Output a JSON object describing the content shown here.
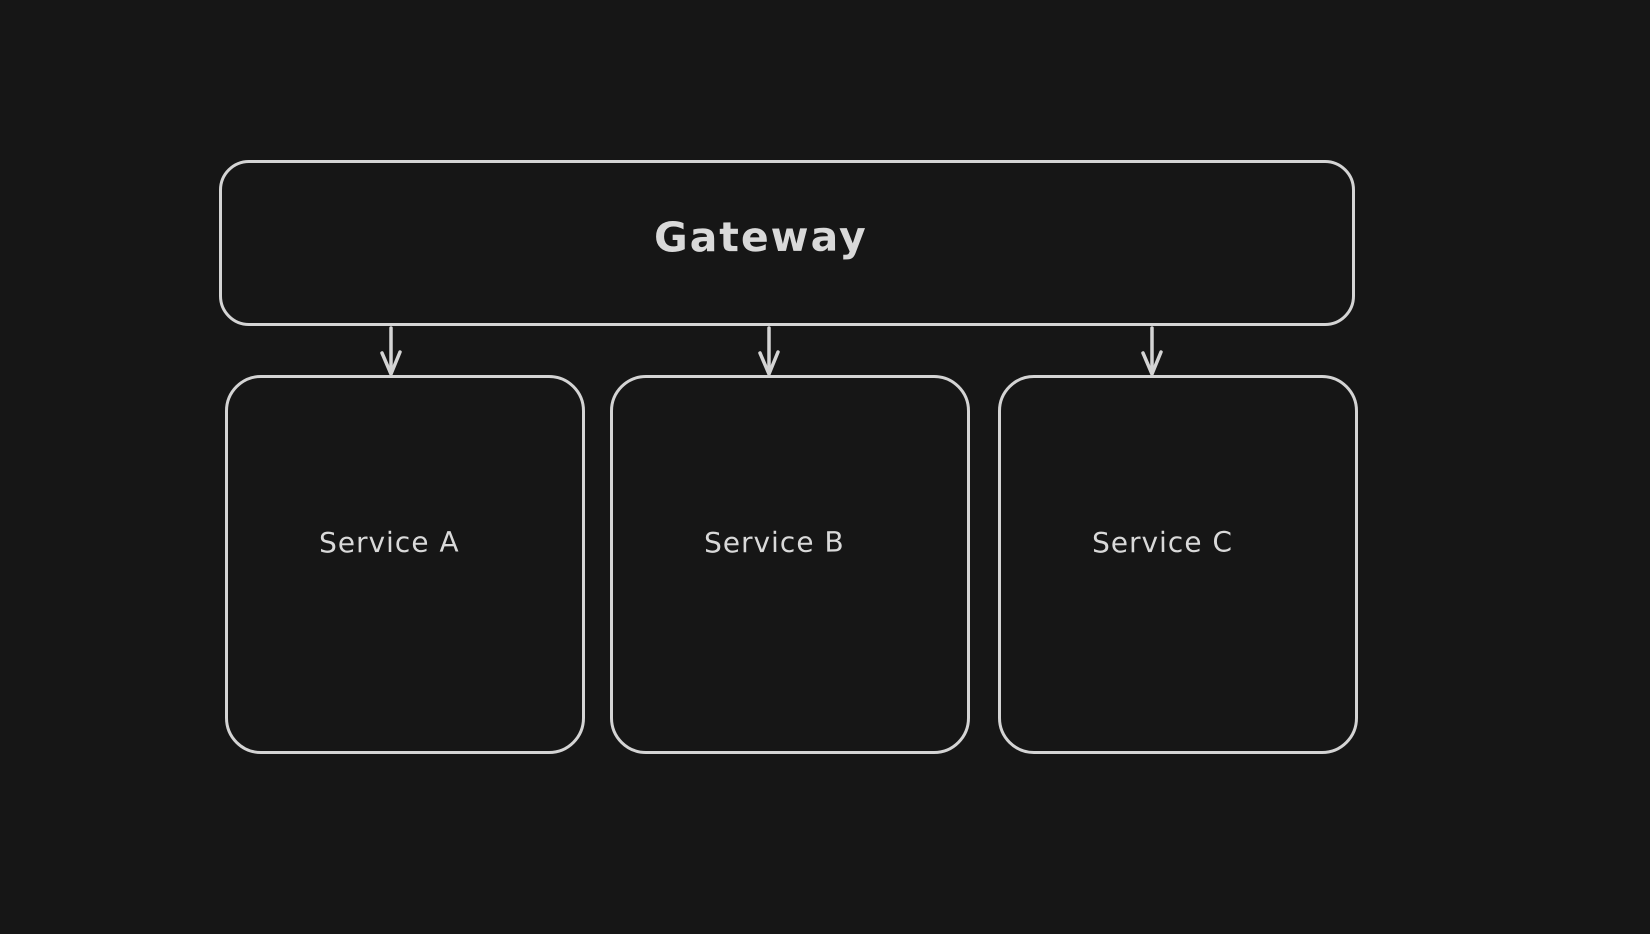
{
  "canvas": {
    "background_color": "#161616",
    "stroke_color": "#d4d4d4",
    "text_color": "#d9d9d9"
  },
  "diagram": {
    "type": "flowchart",
    "nodes": {
      "gateway": {
        "label": "Gateway"
      },
      "service_a": {
        "label": "Service A"
      },
      "service_b": {
        "label": "Service B"
      },
      "service_c": {
        "label": "Service C"
      }
    },
    "edges": [
      {
        "from": "Gateway",
        "to": "Service A",
        "style": "arrow-down"
      },
      {
        "from": "Gateway",
        "to": "Service B",
        "style": "arrow-down"
      },
      {
        "from": "Gateway",
        "to": "Service C",
        "style": "arrow-down"
      }
    ]
  }
}
